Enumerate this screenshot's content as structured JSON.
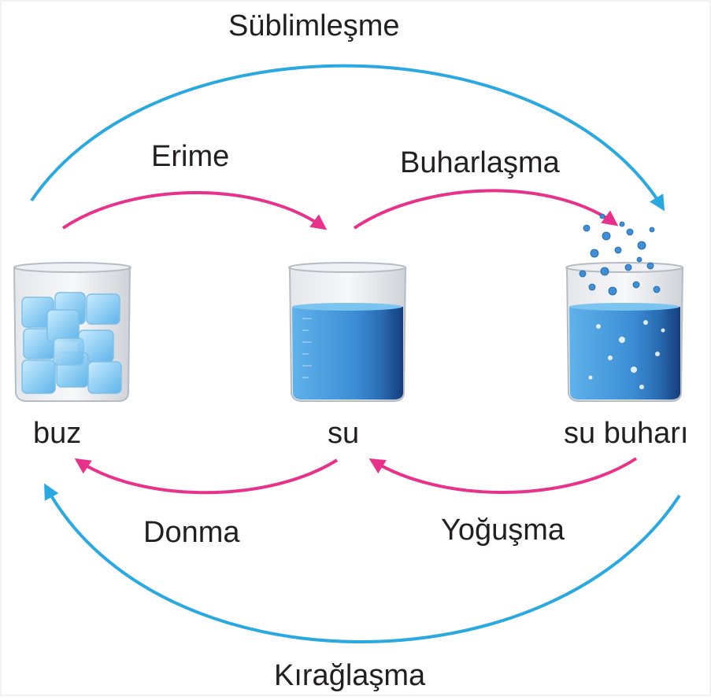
{
  "states": {
    "solid": "buz",
    "liquid": "su",
    "gas": "su buharı"
  },
  "processes": {
    "sublimation": "Süblimleşme",
    "melting": "Erime",
    "evaporation": "Buharlaşma",
    "freezing": "Donma",
    "condensation": "Yoğuşma",
    "deposition": "Kırağlaşma"
  },
  "colors": {
    "magenta_arrow": "#e8318a",
    "cyan_arrow": "#2aa9e0",
    "water": "#3d8fd6",
    "ice": "#8ecff5",
    "text": "#231f20"
  },
  "icons": {
    "beaker_ice": "beaker-with-ice-cubes",
    "beaker_water": "beaker-with-water",
    "beaker_vapor": "beaker-with-water-and-vapor"
  }
}
